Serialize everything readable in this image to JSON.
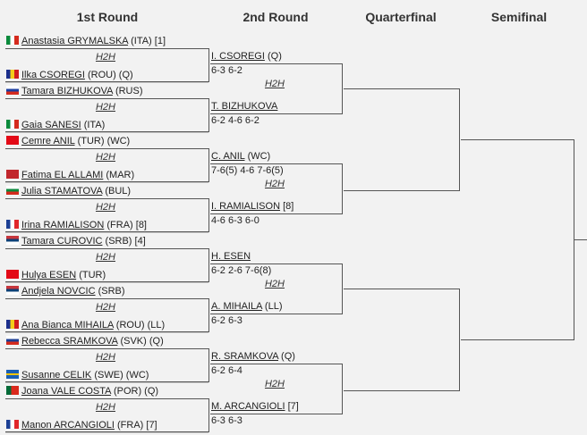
{
  "headers": {
    "r1": "1st Round",
    "r2": "2nd Round",
    "qf": "Quarterfinal",
    "sf": "Semifinal"
  },
  "h2h_label": "H2H",
  "r1": [
    {
      "flag": "it",
      "name": "Anastasia GRYMALSKA",
      "suffix": "(ITA) [1]"
    },
    {
      "flag": "ro",
      "name": "Ilka CSOREGI",
      "suffix": "(ROU) (Q)"
    },
    {
      "flag": "ru",
      "name": "Tamara BIZHUKOVA",
      "suffix": "(RUS)"
    },
    {
      "flag": "it",
      "name": "Gaia SANESI",
      "suffix": "(ITA)"
    },
    {
      "flag": "tr",
      "name": "Cemre ANIL",
      "suffix": "(TUR) (WC)"
    },
    {
      "flag": "ma",
      "name": "Fatima EL ALLAMI",
      "suffix": "(MAR)"
    },
    {
      "flag": "bg",
      "name": "Julia STAMATOVA",
      "suffix": "(BUL)"
    },
    {
      "flag": "fr",
      "name": "Irina RAMIALISON",
      "suffix": "(FRA) [8]"
    },
    {
      "flag": "rs",
      "name": "Tamara CUROVIC",
      "suffix": "(SRB) [4]"
    },
    {
      "flag": "tr",
      "name": "Hulya ESEN",
      "suffix": "(TUR)"
    },
    {
      "flag": "rs",
      "name": "Andjela NOVCIC",
      "suffix": "(SRB)"
    },
    {
      "flag": "ro",
      "name": "Ana Bianca MIHAILA",
      "suffix": "(ROU) (LL)"
    },
    {
      "flag": "sk",
      "name": "Rebecca SRAMKOVA",
      "suffix": "(SVK) (Q)"
    },
    {
      "flag": "se",
      "name": "Susanne CELIK",
      "suffix": "(SWE) (WC)"
    },
    {
      "flag": "pt",
      "name": "Joana VALE COSTA",
      "suffix": "(POR) (Q)"
    },
    {
      "flag": "fr",
      "name": "Manon ARCANGIOLI",
      "suffix": "(FRA) [7]"
    }
  ],
  "r2": [
    {
      "name": "I. CSOREGI",
      "suffix": "(Q)",
      "score": "6-3 6-2"
    },
    {
      "name": "T. BIZHUKOVA",
      "suffix": "",
      "score": "6-2 4-6 6-2"
    },
    {
      "name": "C. ANIL",
      "suffix": "(WC)",
      "score": "7-6(5) 4-6 7-6(5)"
    },
    {
      "name": "I. RAMIALISON",
      "suffix": "[8]",
      "score": "4-6 6-3 6-0"
    },
    {
      "name": "H. ESEN",
      "suffix": "",
      "score": "6-2 2-6 7-6(8)"
    },
    {
      "name": "A. MIHAILA",
      "suffix": "(LL)",
      "score": "6-2 6-3"
    },
    {
      "name": "R. SRAMKOVA",
      "suffix": "(Q)",
      "score": "6-2 6-4"
    },
    {
      "name": "M. ARCANGIOLI",
      "suffix": "[7]",
      "score": "6-3 6-3"
    }
  ]
}
